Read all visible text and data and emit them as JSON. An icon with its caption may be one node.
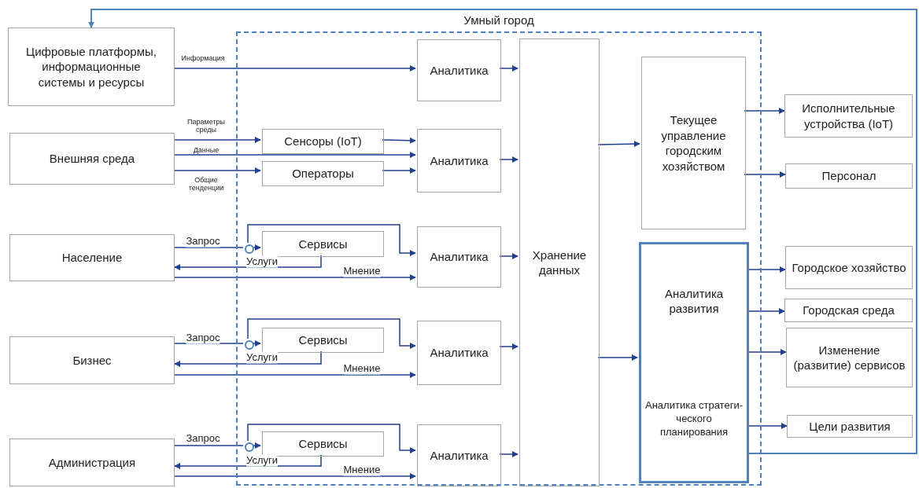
{
  "diagram": {
    "nodes": [
      {
        "text": [
          "Умный город"
        ]
      },
      {
        "text": [
          "Цифровые платформы, информационные системы и ресурсы"
        ]
      },
      {
        "text": [
          "Внешняя среда"
        ]
      },
      {
        "text": [
          "Население"
        ]
      },
      {
        "text": [
          "Бизнес"
        ]
      },
      {
        "text": [
          "Администрация"
        ]
      },
      {
        "text": [
          "Аналитика"
        ],
        "in": 0
      },
      {
        "text": [
          "Сенсоры (IoT)"
        ],
        "in": 0
      },
      {
        "text": [
          "Операторы"
        ],
        "in": 0
      },
      {
        "text": [
          "Аналитика"
        ],
        "in": 0
      },
      {
        "text": [],
        "shape": "circle",
        "in": 0
      },
      {
        "text": [
          "Сервисы"
        ],
        "in": 0
      },
      {
        "text": [
          "Аналитика"
        ],
        "in": 0
      },
      {
        "text": [],
        "shape": "circle",
        "in": 0
      },
      {
        "text": [
          "Сервисы"
        ],
        "in": 0
      },
      {
        "text": [
          "Аналитика"
        ],
        "in": 0
      },
      {
        "text": [],
        "shape": "circle",
        "in": 0
      },
      {
        "text": [
          "Сервисы"
        ],
        "in": 0
      },
      {
        "text": [
          "Аналитика"
        ],
        "in": 0
      },
      {
        "text": [
          "Хранение данных"
        ],
        "in": 0
      },
      {
        "text": [
          "Текущее управление городским хозяйством"
        ],
        "in": 0
      },
      {
        "text": [
          "Аналитика развития",
          "Аналитика стратеги- ческого планирования"
        ],
        "in": 0
      },
      {
        "text": [
          "Исполнительные устройства (IoT)"
        ]
      },
      {
        "text": [
          "Персонал"
        ]
      },
      {
        "text": [
          "Городское хозяйство"
        ]
      },
      {
        "text": [
          "Городская среда"
        ]
      },
      {
        "text": [
          "Изменение (развитие) сервисов"
        ]
      },
      {
        "text": [
          "Цели развития"
        ]
      }
    ],
    "edges": [
      {
        "from": 1,
        "to": 6,
        "arrow": "to",
        "label": "Информация"
      },
      {
        "from": 2,
        "to": 7,
        "arrow": "to",
        "label": "Параметры среды"
      },
      {
        "from": 2,
        "to": 9,
        "arrow": "to",
        "label": "Данные"
      },
      {
        "from": 2,
        "to": 8,
        "arrow": "to",
        "label": "Общие тенденции"
      },
      {
        "from": 7,
        "to": 9,
        "arrow": "to"
      },
      {
        "from": 8,
        "to": 9,
        "arrow": "to"
      },
      {
        "from": 3,
        "to": 10,
        "arrow": "none",
        "label": "Запрос"
      },
      {
        "from": 10,
        "to": 11,
        "arrow": "to"
      },
      {
        "from": 10,
        "to": 12,
        "arrow": "to"
      },
      {
        "from": 11,
        "to": 3,
        "arrow": "to",
        "label": "Услуги"
      },
      {
        "from": 3,
        "to": 12,
        "arrow": "to",
        "label": "Мнение"
      },
      {
        "from": 4,
        "to": 13,
        "arrow": "none",
        "label": "Запрос"
      },
      {
        "from": 13,
        "to": 14,
        "arrow": "to"
      },
      {
        "from": 13,
        "to": 15,
        "arrow": "to"
      },
      {
        "from": 14,
        "to": 4,
        "arrow": "to",
        "label": "Услуги"
      },
      {
        "from": 4,
        "to": 15,
        "arrow": "to",
        "label": "Мнение"
      },
      {
        "from": 5,
        "to": 16,
        "arrow": "none",
        "label": "Запрос"
      },
      {
        "from": 16,
        "to": 17,
        "arrow": "to"
      },
      {
        "from": 16,
        "to": 18,
        "arrow": "to"
      },
      {
        "from": 17,
        "to": 5,
        "arrow": "to",
        "label": "Услуги"
      },
      {
        "from": 5,
        "to": 18,
        "arrow": "to",
        "label": "Мнение"
      },
      {
        "from": 6,
        "to": 19,
        "arrow": "to"
      },
      {
        "from": 9,
        "to": 19,
        "arrow": "to"
      },
      {
        "from": 12,
        "to": 19,
        "arrow": "to"
      },
      {
        "from": 15,
        "to": 19,
        "arrow": "to"
      },
      {
        "from": 18,
        "to": 19,
        "arrow": "to"
      },
      {
        "from": 19,
        "to": 20,
        "arrow": "to"
      },
      {
        "from": 19,
        "to": 21,
        "arrow": "to"
      },
      {
        "from": 20,
        "to": 22,
        "arrow": "to"
      },
      {
        "from": 20,
        "to": 23,
        "arrow": "to"
      },
      {
        "from": 21,
        "to": 24,
        "arrow": "to"
      },
      {
        "from": 21,
        "to": 25,
        "arrow": "to"
      },
      {
        "from": 21,
        "to": 26,
        "arrow": "to"
      },
      {
        "from": 21,
        "to": 27,
        "arrow": "to"
      },
      {
        "from": 21,
        "to": 1,
        "arrow": "to",
        "color": "#4f81bd"
      }
    ]
  }
}
